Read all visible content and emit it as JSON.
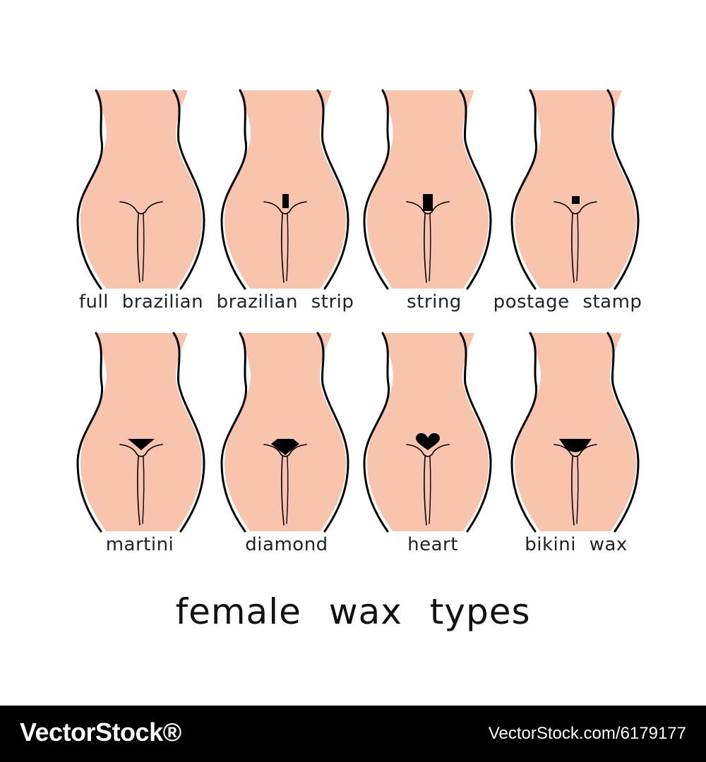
{
  "title": "female wax types",
  "colors": {
    "skin": "#f8c4ad",
    "outline": "#000000",
    "hair": "#000000",
    "background": "#ffffff"
  },
  "figures": [
    {
      "label": "full brazilian",
      "hair_shape": "none"
    },
    {
      "label": "brazilian strip",
      "hair_shape": "strip"
    },
    {
      "label": "string",
      "hair_shape": "string"
    },
    {
      "label": "postage stamp",
      "hair_shape": "stamp"
    },
    {
      "label": "martini",
      "hair_shape": "martini"
    },
    {
      "label": "diamond",
      "hair_shape": "diamond"
    },
    {
      "label": "heart",
      "hair_shape": "heart"
    },
    {
      "label": "bikini wax",
      "hair_shape": "bikini"
    }
  ],
  "footer": {
    "brand": "VectorStock®",
    "url_id": "VectorStock.com/6179177"
  }
}
